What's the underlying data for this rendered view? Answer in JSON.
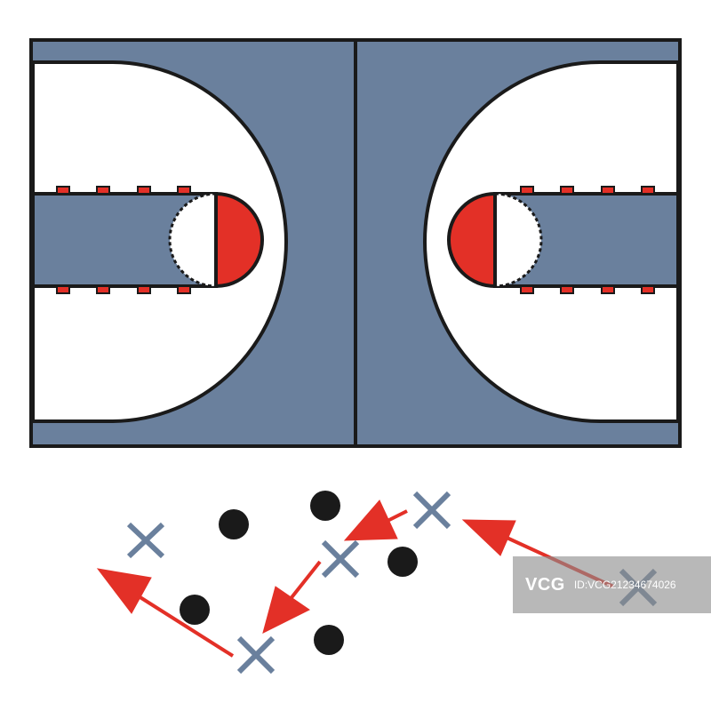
{
  "diagram": {
    "type": "basketball-court-play",
    "court": {
      "floor_color": "#6a809d",
      "line_color": "#1a1a1a",
      "key_circle_color": "#e33027",
      "tick_color": "#e33027",
      "outside_color": "#ffffff"
    },
    "play": {
      "offense_marker": "x",
      "offense_color": "#6a809d",
      "defense_marker": "dot",
      "defense_color": "#1a1a1a",
      "arrow_color": "#e33027",
      "offense_count": 5,
      "defense_count": 5,
      "arrow_count": 4
    }
  },
  "watermark": {
    "logo": "VCG",
    "id_text": "ID:VCG21234674026"
  }
}
